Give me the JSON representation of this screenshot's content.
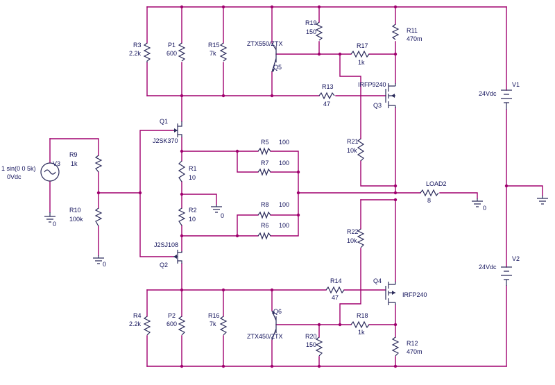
{
  "colors": {
    "wire": "#a0006e",
    "component": "#2a2a5a",
    "text": "#10105a",
    "background": "#ffffff"
  },
  "labels": {
    "R3": "R3",
    "R3v": "2.2k",
    "P1": "P1",
    "P1v": "600",
    "R15": "R15",
    "R15v": "7k",
    "Q5m": "ZTX550/ZTX",
    "Q5": "Q5",
    "R19": "R19",
    "R19v": "150",
    "R17": "R17",
    "R17v": "1k",
    "R11": "R11",
    "R11v": "470m",
    "R13": "R13",
    "R13v": "47",
    "Q3m": "IRFP9240",
    "Q3": "Q3",
    "Q1": "Q1",
    "Q1m": "J2SK370",
    "V3a": "1 sin(0 0 5k)",
    "V3b": "0Vdc",
    "V3": "V3",
    "R9": "R9",
    "R9v": "1k",
    "R10": "R10",
    "R10v": "100k",
    "R5": "R5",
    "R5v": "100",
    "R7": "R7",
    "R7v": "100",
    "R1": "R1",
    "R1v": "10",
    "R21": "R21",
    "R21v": "10k",
    "R2": "R2",
    "R2v": "10",
    "R8": "R8",
    "R8v": "100",
    "R6": "R6",
    "R6v": "100",
    "LOAD": "LOAD2",
    "LOADv": "8",
    "V1": "V1",
    "V1v": "24Vdc",
    "V2": "V2",
    "V2v": "24Vdc",
    "Q2m": "J2SJ108",
    "Q2": "Q2",
    "R22": "R22",
    "R22v": "10k",
    "R14": "R14",
    "R14v": "47",
    "Q4": "Q4",
    "Q4m": "IRFP240",
    "R4": "R4",
    "R4v": "2.2k",
    "P2": "P2",
    "P2v": "600",
    "R16": "R16",
    "R16v": "7k",
    "Q6": "Q6",
    "Q6m": "ZTX450/ZTX",
    "R20": "R20",
    "R20v": "150",
    "R18": "R18",
    "R18v": "1k",
    "R12": "R12",
    "R12v": "470m",
    "gnd": "0"
  }
}
